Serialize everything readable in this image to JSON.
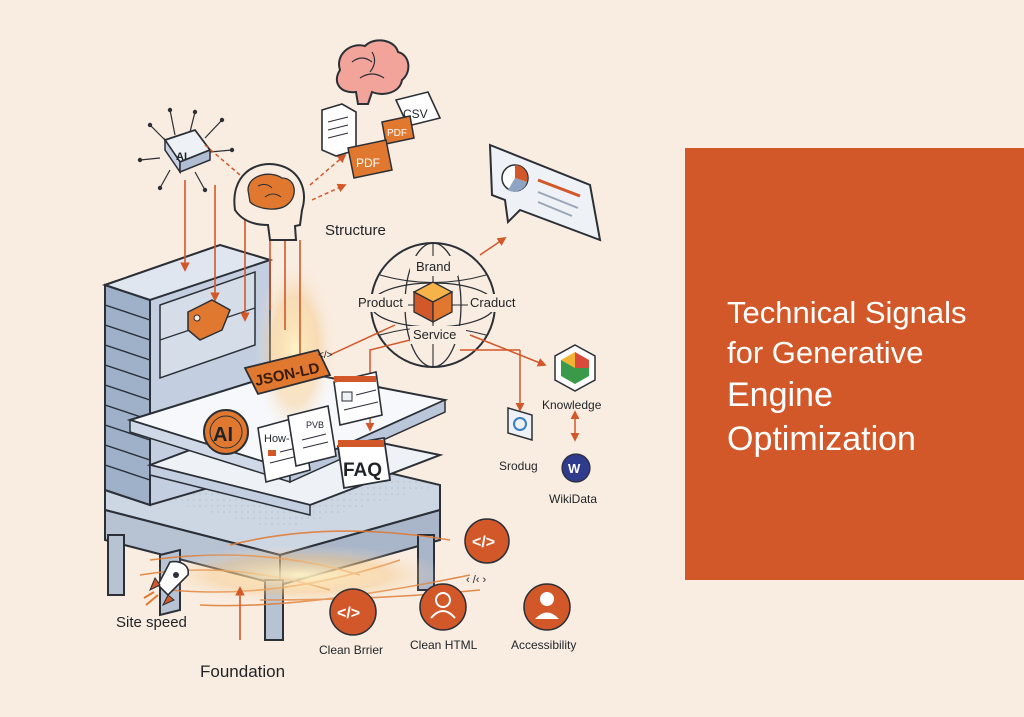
{
  "panel": {
    "title_lines": [
      "Technical Signals",
      "for Generative",
      "Engine",
      "Optimization"
    ],
    "background_color": "#d2582a",
    "text_color": "#ffffff"
  },
  "diagram": {
    "section_labels": {
      "structure": "Structure",
      "foundation": "Foundation",
      "site_speed": "Site speed"
    },
    "entity_globe": {
      "top": "Brand",
      "left": "Product",
      "right": "Craduct",
      "bottom": "Service"
    },
    "knowledge_nodes": {
      "knowledge": "Knowledge",
      "srodug": "Srodug",
      "wikidata": "WikiData",
      "wikidata_badge": "W"
    },
    "document_labels": {
      "csv": "CSV",
      "pdf_small": "PDF",
      "pdf_large": "PDF",
      "json_ld": "JSON-LD",
      "ai_badge": "AI",
      "ai_chip": "AI",
      "how_to": "How-To",
      "pvb": "PVB",
      "faq": "FAQ",
      "code_small": "</>",
      "code_ghost": "‹ /‹ ›",
      "code_badge": "</>",
      "code_clean": "</>"
    },
    "icon_row": [
      {
        "label": "Clean Brrier",
        "icon": "code-icon"
      },
      {
        "label": "Clean HTML",
        "icon": "person-icon"
      },
      {
        "label": "Accessibility",
        "icon": "person-icon"
      }
    ],
    "accent_color": "#d2582a",
    "line_color": "#2b2f36"
  }
}
